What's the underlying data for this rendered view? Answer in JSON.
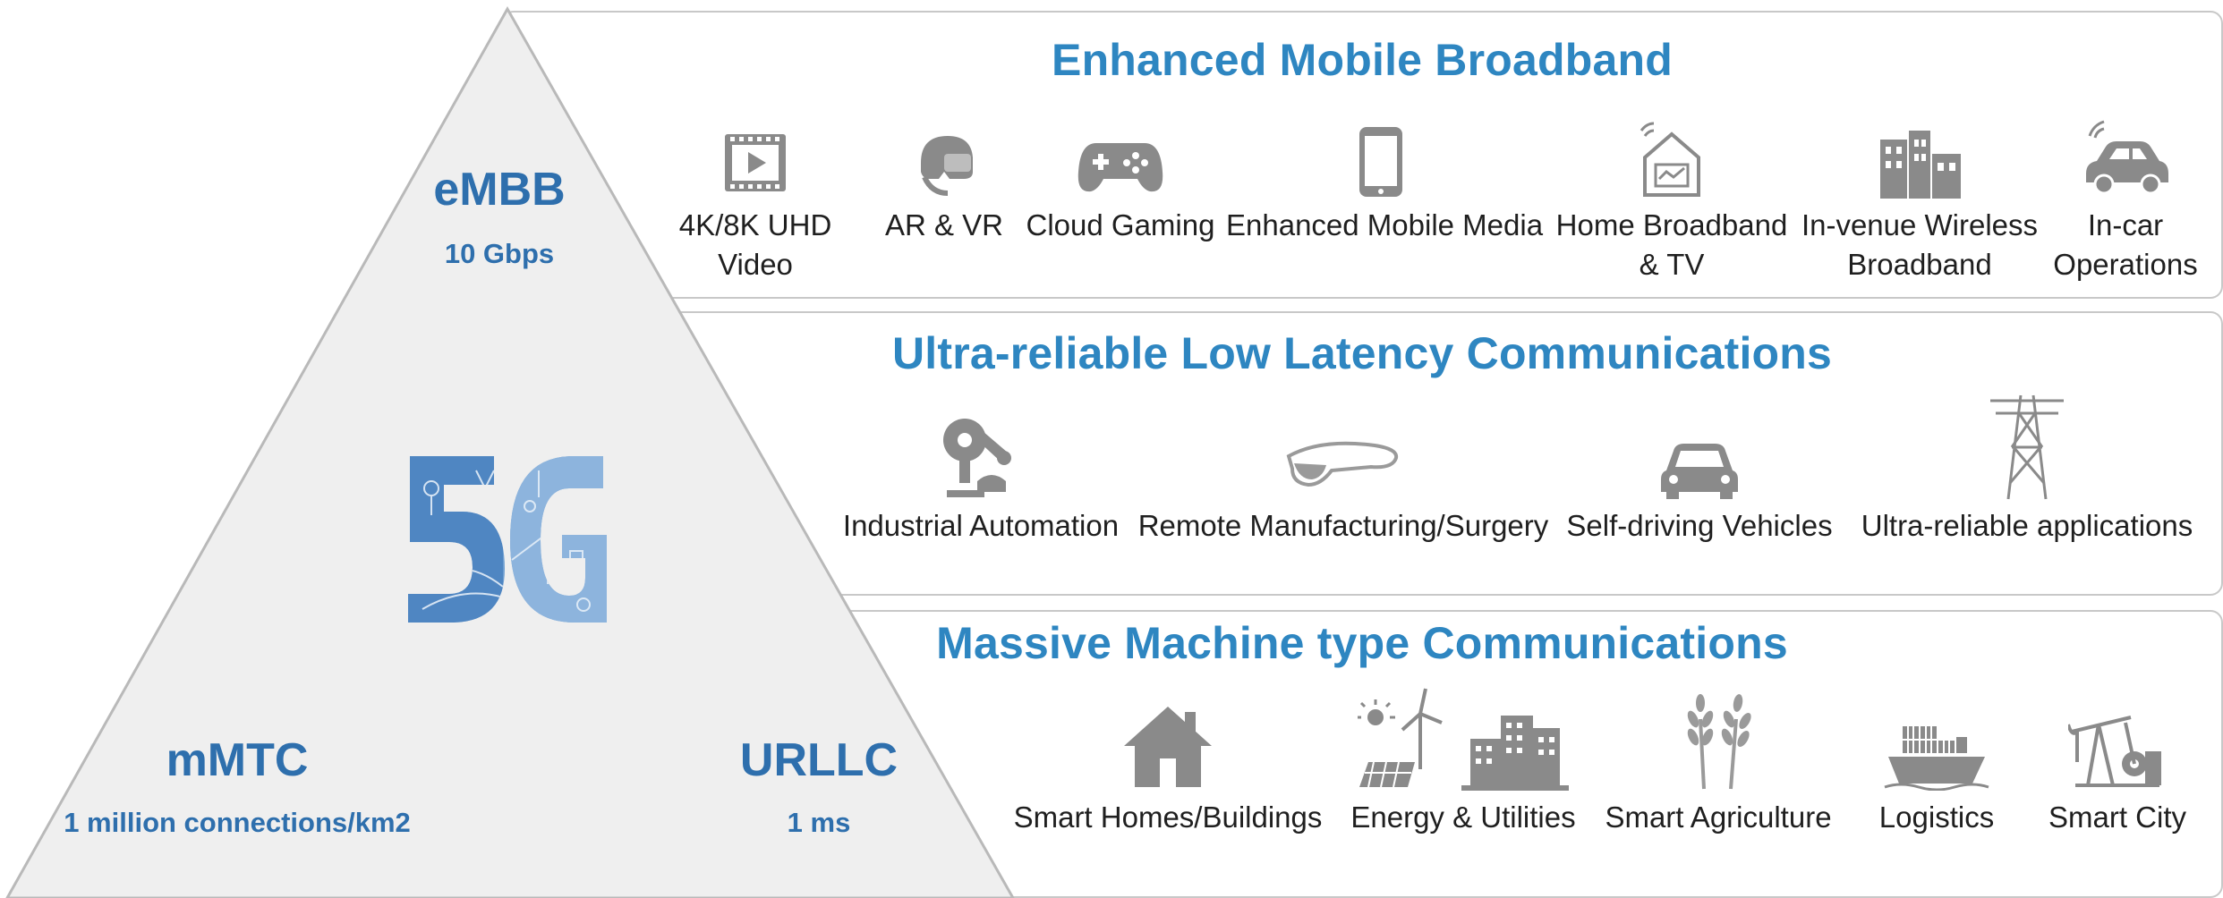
{
  "colors": {
    "title_blue": "#2e86c1",
    "triangle_text": "#2e6fad",
    "triangle_fill": "#efefef",
    "icon_gray": "#8a8a8a"
  },
  "triangle": {
    "top": {
      "name": "eMBB",
      "value": "10 Gbps"
    },
    "left": {
      "name": "mMTC",
      "value": "1 million connections/km2"
    },
    "right": {
      "name": "URLLC",
      "value": "1 ms"
    },
    "center_logo": "5G"
  },
  "panels": [
    {
      "title": "Enhanced Mobile Broadband",
      "items": [
        {
          "icon": "film-icon",
          "label": [
            "4K/8K UHD",
            "Video"
          ]
        },
        {
          "icon": "vr-headset-icon",
          "label": [
            "AR & VR"
          ]
        },
        {
          "icon": "gamepad-icon",
          "label": [
            "Cloud Gaming"
          ]
        },
        {
          "icon": "smartphone-icon",
          "label": [
            "Enhanced Mobile Media"
          ]
        },
        {
          "icon": "home-broadband-icon",
          "label": [
            "Home Broadband",
            "& TV"
          ]
        },
        {
          "icon": "buildings-icon",
          "label": [
            "In-venue Wireless",
            "Broadband"
          ]
        },
        {
          "icon": "connected-car-icon",
          "label": [
            "In-car",
            "Operations"
          ]
        }
      ]
    },
    {
      "title": "Ultra-reliable Low Latency Communications",
      "items": [
        {
          "icon": "robot-arm-icon",
          "label": [
            "Industrial Automation"
          ]
        },
        {
          "icon": "smart-glasses-icon",
          "label": [
            "Remote Manufacturing/Surgery"
          ]
        },
        {
          "icon": "car-front-icon",
          "label": [
            "Self-driving Vehicles"
          ]
        },
        {
          "icon": "power-tower-icon",
          "label": [
            "Ultra-reliable applications"
          ]
        }
      ]
    },
    {
      "title": "Massive Machine type Communications",
      "items": [
        {
          "icon": "house-icon",
          "label": [
            "Smart Homes/Buildings"
          ]
        },
        {
          "icon": "energy-icon",
          "label": [
            "Energy & Utilities"
          ]
        },
        {
          "icon": "wheat-icon",
          "label": [
            "Smart Agriculture"
          ]
        },
        {
          "icon": "cargo-ship-icon",
          "label": [
            "Logistics"
          ]
        },
        {
          "icon": "oil-pump-icon",
          "label": [
            "Smart City"
          ]
        }
      ]
    }
  ]
}
